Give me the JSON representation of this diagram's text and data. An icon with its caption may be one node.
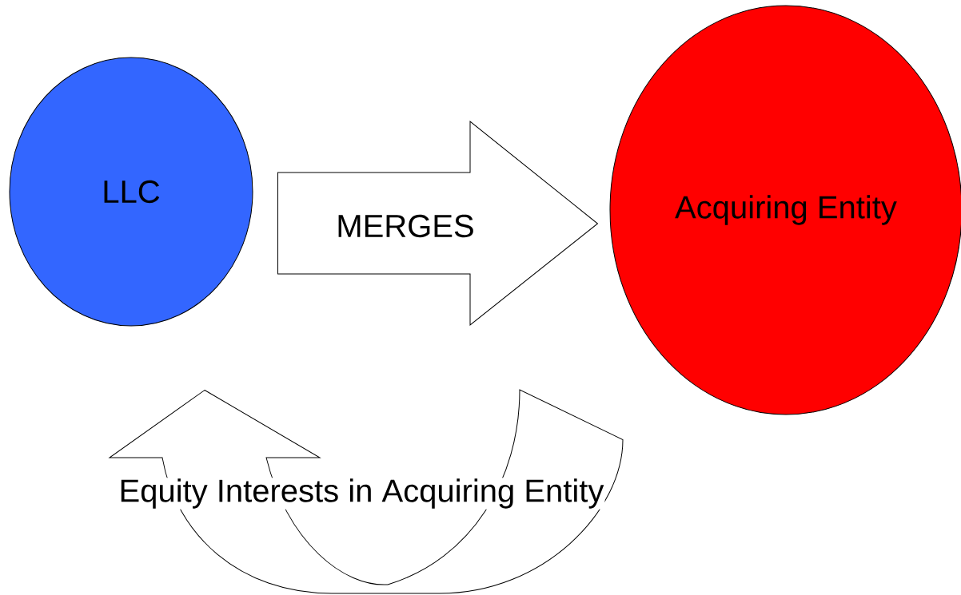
{
  "diagram": {
    "nodes": [
      {
        "text": [
          "LLC"
        ]
      },
      {
        "text": [
          "Acquiring Entity"
        ]
      }
    ],
    "edges": [
      {
        "from": 0,
        "to": 1,
        "arrow": "to",
        "label": "MERGES"
      },
      {
        "from": 1,
        "to": 0,
        "arrow": "to",
        "label": "Equity Interests in Acquiring Entity"
      }
    ]
  }
}
